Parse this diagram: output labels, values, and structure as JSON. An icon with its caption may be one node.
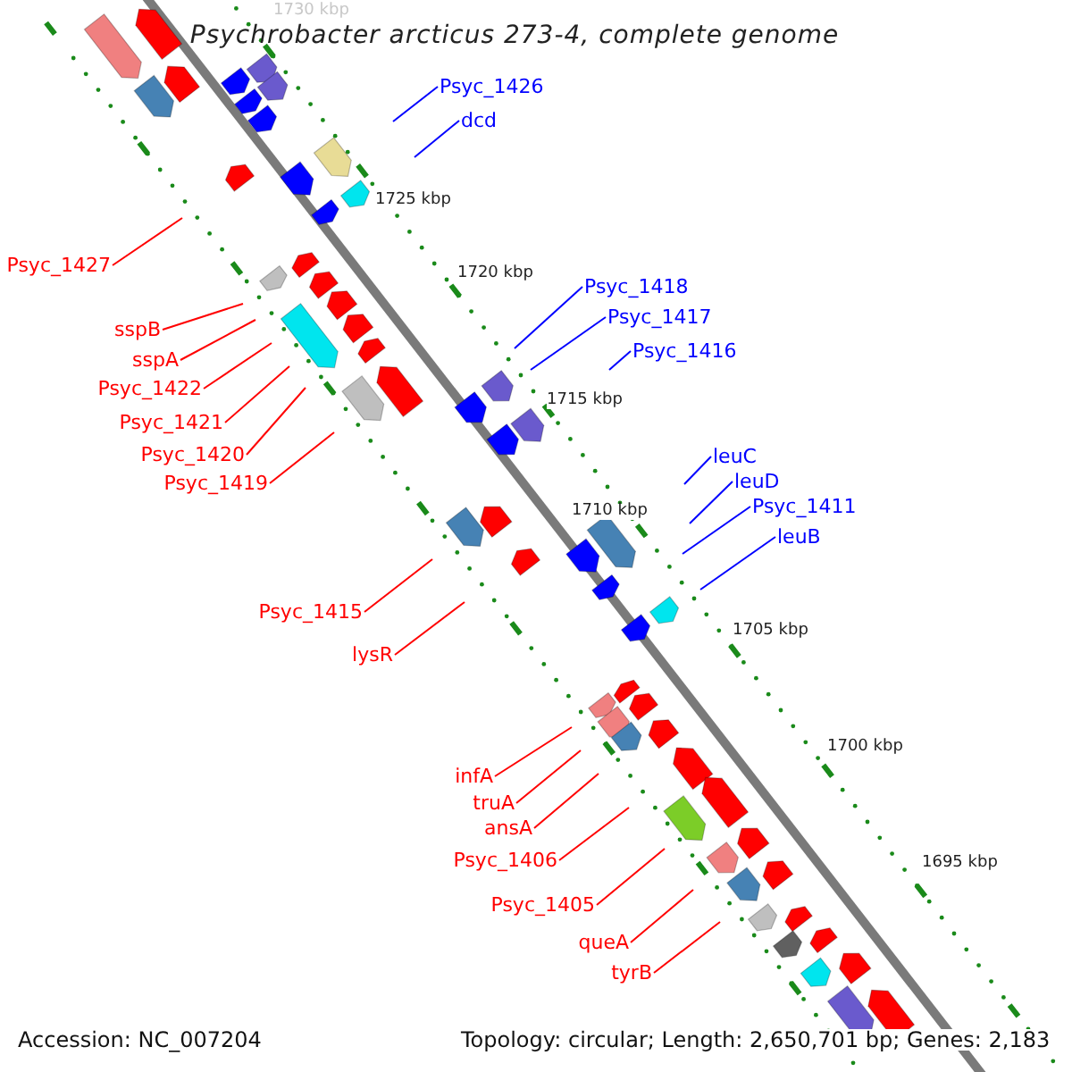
{
  "diagram": {
    "title": "Psychrobacter arcticus 273-4, complete genome",
    "nodes": [
      {
        "text": [
          "Psyc_1426"
        ]
      },
      {
        "text": [
          "dcd"
        ]
      },
      {
        "text": [
          "Psyc_1427"
        ]
      },
      {
        "text": [
          "sspB"
        ]
      },
      {
        "text": [
          "sspA"
        ]
      },
      {
        "text": [
          "Psyc_1422"
        ]
      },
      {
        "text": [
          "Psyc_1421"
        ]
      },
      {
        "text": [
          "Psyc_1420"
        ]
      },
      {
        "text": [
          "Psyc_1418"
        ]
      },
      {
        "text": [
          "Psyc_1419"
        ]
      },
      {
        "text": [
          "Psyc_1417"
        ]
      },
      {
        "text": [
          "Psyc_1416"
        ]
      },
      {
        "text": [
          "leuC"
        ]
      },
      {
        "text": [
          "leuD"
        ]
      },
      {
        "text": [
          "Psyc_1411"
        ]
      },
      {
        "text": [
          "leuB"
        ]
      },
      {
        "text": [
          "Psyc_1415"
        ]
      },
      {
        "text": [
          "lysR"
        ]
      },
      {
        "text": [
          "infA"
        ]
      },
      {
        "text": [
          "truA"
        ]
      },
      {
        "text": [
          "ansA"
        ]
      },
      {
        "text": [
          "Psyc_1406"
        ]
      },
      {
        "text": [
          "Psyc_1405"
        ]
      },
      {
        "text": [
          "queA"
        ]
      },
      {
        "text": [
          "tyrB"
        ]
      }
    ],
    "edges": [
      {
        "from": 0,
        "to": null,
        "arrow": "none",
        "color": "#0000ff"
      },
      {
        "from": 1,
        "to": null,
        "arrow": "none",
        "color": "#0000ff"
      },
      {
        "from": 2,
        "to": null,
        "arrow": "none"
      },
      {
        "from": 3,
        "to": null,
        "arrow": "none"
      },
      {
        "from": 4,
        "to": null,
        "arrow": "none"
      },
      {
        "from": 5,
        "to": null,
        "arrow": "none"
      },
      {
        "from": 6,
        "to": null,
        "arrow": "none"
      },
      {
        "from": 7,
        "to": null,
        "arrow": "none"
      },
      {
        "from": 8,
        "to": null,
        "arrow": "none",
        "color": "#0000ff"
      },
      {
        "from": 9,
        "to": null,
        "arrow": "none"
      },
      {
        "from": 10,
        "to": null,
        "arrow": "none",
        "color": "#0000ff"
      },
      {
        "from": 11,
        "to": null,
        "arrow": "none",
        "color": "#0000ff"
      },
      {
        "from": 12,
        "to": null,
        "arrow": "none",
        "color": "#0000ff"
      },
      {
        "from": 13,
        "to": null,
        "arrow": "none",
        "color": "#0000ff"
      },
      {
        "from": 14,
        "to": null,
        "arrow": "none",
        "color": "#0000ff"
      },
      {
        "from": 15,
        "to": null,
        "arrow": "none",
        "color": "#0000ff"
      },
      {
        "from": 16,
        "to": null,
        "arrow": "none"
      },
      {
        "from": 17,
        "to": null,
        "arrow": "none"
      },
      {
        "from": 18,
        "to": null,
        "arrow": "none"
      },
      {
        "from": 19,
        "to": null,
        "arrow": "none"
      },
      {
        "from": 20,
        "to": null,
        "arrow": "none"
      },
      {
        "from": 21,
        "to": null,
        "arrow": "none"
      },
      {
        "from": 22,
        "to": null,
        "arrow": "none"
      },
      {
        "from": 23,
        "to": null,
        "arrow": "none"
      },
      {
        "from": 24,
        "to": null,
        "arrow": "none"
      }
    ],
    "labels": [
      "1730 kbp",
      "1725 kbp",
      "1720 kbp",
      "1715 kbp",
      "1710 kbp",
      "1705 kbp",
      "1700 kbp",
      "1695 kbp",
      "Accession: NC_007204",
      "Topology: circular; Length: 2,650,701 bp; Genes: 2,183"
    ]
  }
}
